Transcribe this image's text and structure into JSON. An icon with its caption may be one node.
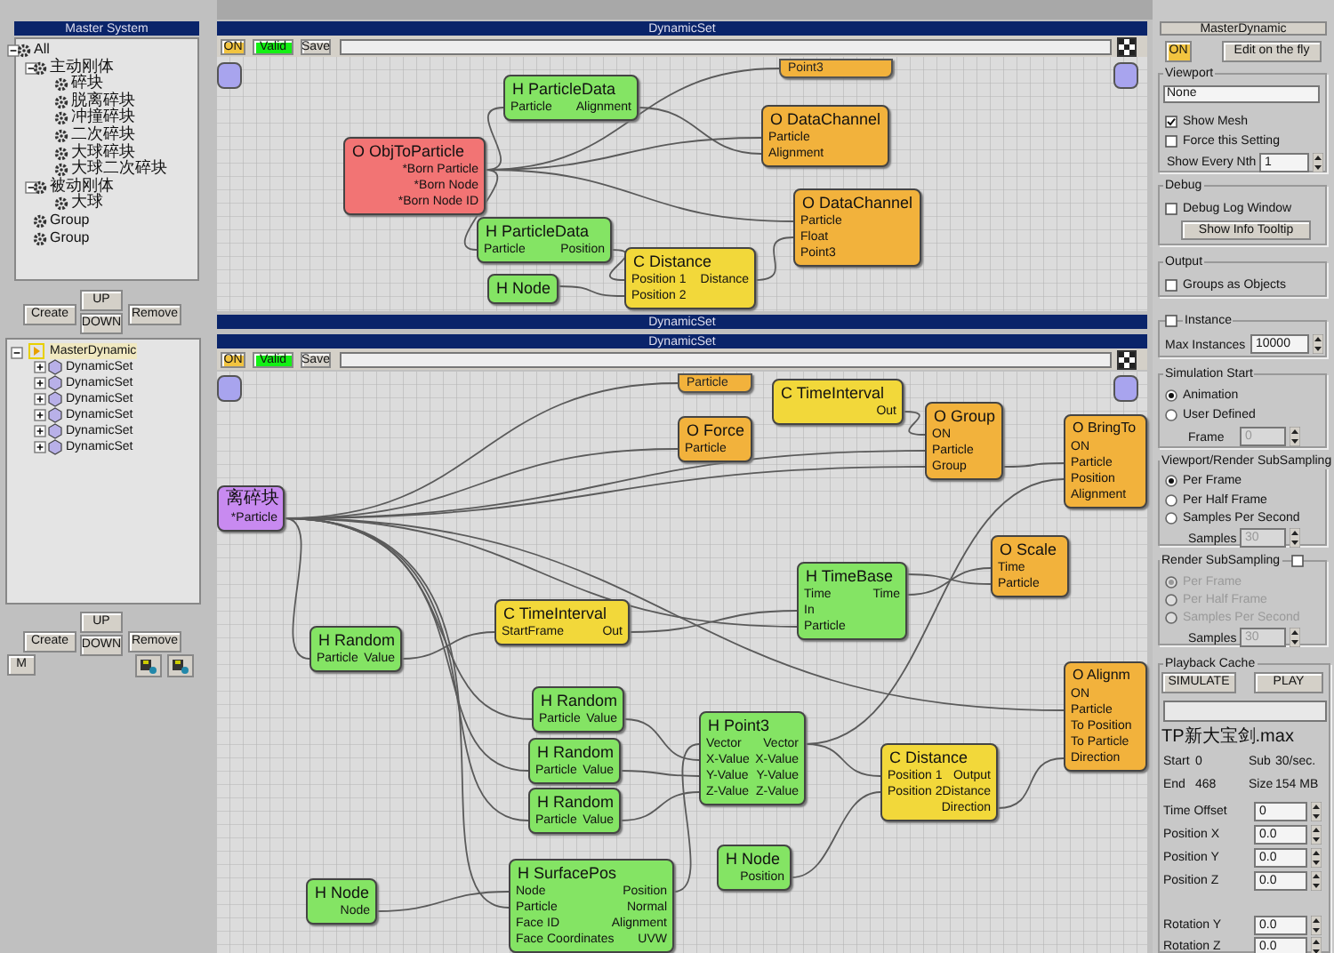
{
  "diagram": {
    "nodes": [
      {
        "text": [
          "Point3"
        ]
      },
      {
        "text": [],
        "shape": "box"
      },
      {
        "text": [],
        "shape": "box"
      },
      {
        "text": [
          "H ParticleData",
          "Particle",
          "Alignment"
        ]
      },
      {
        "text": [
          "O ObjToParticle",
          "*Born Particle",
          "*Born Node",
          "*Born Node ID"
        ]
      },
      {
        "text": [
          "O DataChannel",
          "Particle",
          "Alignment"
        ]
      },
      {
        "text": [
          "O DataChannel",
          "Particle",
          "Float",
          "Point3"
        ]
      },
      {
        "text": [
          "H ParticleData",
          "Particle",
          "Position"
        ]
      },
      {
        "text": [
          "C Distance",
          "Position 1",
          "Distance",
          "Position 2"
        ]
      },
      {
        "text": [
          "H Node"
        ]
      },
      {
        "text": [],
        "shape": "box"
      },
      {
        "text": [],
        "shape": "box"
      },
      {
        "text": [
          "Particle"
        ]
      },
      {
        "text": [
          "C TimeInterval",
          "Out"
        ]
      },
      {
        "text": [
          "O Force",
          "Particle"
        ]
      },
      {
        "text": [
          "O Group",
          "ON",
          "Particle",
          "Group"
        ]
      },
      {
        "text": [
          "O BringTo",
          "ON",
          "Particle",
          "Position",
          "Alignment"
        ]
      },
      {
        "text": [
          "离碎块",
          "*Particle"
        ]
      },
      {
        "text": [
          "O Scale",
          "Time",
          "Particle"
        ]
      },
      {
        "text": [
          "H TimeBase",
          "Time",
          "Time",
          "In",
          "Particle"
        ]
      },
      {
        "text": [
          "C TimeInterval",
          "StartFrame",
          "Out"
        ]
      },
      {
        "text": [
          "H Random",
          "Particle",
          "Value"
        ]
      },
      {
        "text": [
          "H Random",
          "Particle",
          "Value"
        ]
      },
      {
        "text": [
          "H Random",
          "Particle",
          "Value"
        ]
      },
      {
        "text": [
          "H Random",
          "Particle",
          "Value"
        ]
      },
      {
        "text": [
          "O Alignm",
          "ON",
          "Particle",
          "To Position",
          "To Particle",
          "Direction"
        ]
      },
      {
        "text": [
          "H Point3",
          "Vector",
          "Vector",
          "X-Value",
          "X-Value",
          "Y-Value",
          "Y-Value",
          "Z-Value",
          "Z-Value"
        ]
      },
      {
        "text": [
          "C Distance",
          "Position 1",
          "Output",
          "Position 2",
          "Distance",
          "Direction"
        ]
      },
      {
        "text": [
          "H Node",
          "Position"
        ]
      },
      {
        "text": [
          "H Node",
          "Node"
        ]
      },
      {
        "text": [
          "H SurfacePos",
          "Node",
          "Position",
          "Particle",
          "Normal",
          "Face ID",
          "Alignment",
          "Face Coordinates",
          "UVW"
        ]
      }
    ],
    "edges": [
      {
        "from": 4,
        "to": 3,
        "arrow": "none"
      },
      {
        "from": 4,
        "to": 7,
        "arrow": "none"
      },
      {
        "from": 4,
        "to": 5,
        "arrow": "none"
      },
      {
        "from": 4,
        "to": 6,
        "arrow": "none"
      },
      {
        "from": 4,
        "to": 0,
        "arrow": "none"
      },
      {
        "from": 3,
        "to": 5,
        "arrow": "none"
      },
      {
        "from": 7,
        "to": 8,
        "arrow": "none"
      },
      {
        "from": 9,
        "to": 8,
        "arrow": "none"
      },
      {
        "from": 8,
        "to": 6,
        "arrow": "none"
      },
      {
        "from": 17,
        "to": 12,
        "arrow": "none"
      },
      {
        "from": 17,
        "to": 14,
        "arrow": "none"
      },
      {
        "from": 17,
        "to": 15,
        "arrow": "none"
      },
      {
        "from": 17,
        "to": 15,
        "arrow": "none"
      },
      {
        "from": 17,
        "to": 19,
        "arrow": "none"
      },
      {
        "from": 17,
        "to": 21,
        "arrow": "none"
      },
      {
        "from": 17,
        "to": 22,
        "arrow": "none"
      },
      {
        "from": 17,
        "to": 23,
        "arrow": "none"
      },
      {
        "from": 17,
        "to": 24,
        "arrow": "none"
      },
      {
        "from": 17,
        "to": 30,
        "arrow": "none"
      },
      {
        "from": 17,
        "to": 25,
        "arrow": "none"
      },
      {
        "from": 13,
        "to": 15,
        "arrow": "none"
      },
      {
        "from": 15,
        "to": 16,
        "arrow": "none"
      },
      {
        "from": 19,
        "to": 18,
        "arrow": "none"
      },
      {
        "from": 19,
        "to": 18,
        "arrow": "none"
      },
      {
        "from": 20,
        "to": 19,
        "arrow": "none"
      },
      {
        "from": 21,
        "to": 20,
        "arrow": "none"
      },
      {
        "from": 22,
        "to": 26,
        "arrow": "none"
      },
      {
        "from": 23,
        "to": 26,
        "arrow": "none"
      },
      {
        "from": 24,
        "to": 26,
        "arrow": "none"
      },
      {
        "from": 30,
        "to": 26,
        "arrow": "none"
      },
      {
        "from": 26,
        "to": 27,
        "arrow": "none"
      },
      {
        "from": 26,
        "to": 16,
        "arrow": "none"
      },
      {
        "from": 28,
        "to": 27,
        "arrow": "none"
      },
      {
        "from": 27,
        "to": 25,
        "arrow": "none"
      },
      {
        "from": 29,
        "to": 30,
        "arrow": "none"
      }
    ],
    "labels": [
      "Master System",
      "All",
      "主动刚体",
      "碎块",
      "脱离碎块",
      "冲撞碎块",
      "二次碎块",
      "大球碎块",
      "大球二次碎块",
      "被动刚体",
      "大球",
      "Group",
      "Group",
      "Create",
      "UP",
      "DOWN",
      "Remove",
      "MasterDynamic",
      "DynamicSet",
      "DynamicSet",
      "DynamicSet",
      "DynamicSet",
      "DynamicSet",
      "DynamicSet",
      "Create",
      "UP",
      "DOWN",
      "Remove",
      "M",
      "DynamicSet",
      "ON",
      "Valid",
      "Save",
      "DynamicSet",
      "DynamicSet",
      "ON",
      "Valid",
      "Save",
      "MasterDynamic",
      "ON",
      "Edit on the fly",
      "Viewport",
      "None",
      "Show Mesh",
      "Force this Setting",
      "Show Every Nth",
      "1",
      "Debug",
      "Debug Log Window",
      "Show Info Tooltip",
      "Output",
      "Groups as Objects",
      "Instance",
      "Max Instances",
      "10000",
      "Simulation Start",
      "Animation",
      "User Defined",
      "Frame",
      "0",
      "Viewport/Render SubSampling",
      "Per Frame",
      "Per Half Frame",
      "Samples Per Second",
      "Samples",
      "30",
      "Render SubSampling",
      "Per Frame",
      "Per Half Frame",
      "Samples Per Second",
      "Samples",
      "30",
      "Playback Cache",
      "SIMULATE",
      "PLAY",
      "TP新大宝剑.max",
      "Start",
      "0",
      "Sub",
      "30/sec.",
      "End",
      "468",
      "Size",
      "154 MB",
      "Time Offset",
      "0",
      "Position X",
      "0.0",
      "Position Y",
      "0.0",
      "Position Z",
      "0.0",
      "Rotation Y",
      "0.0",
      "Rotation Z",
      "0.0"
    ]
  }
}
